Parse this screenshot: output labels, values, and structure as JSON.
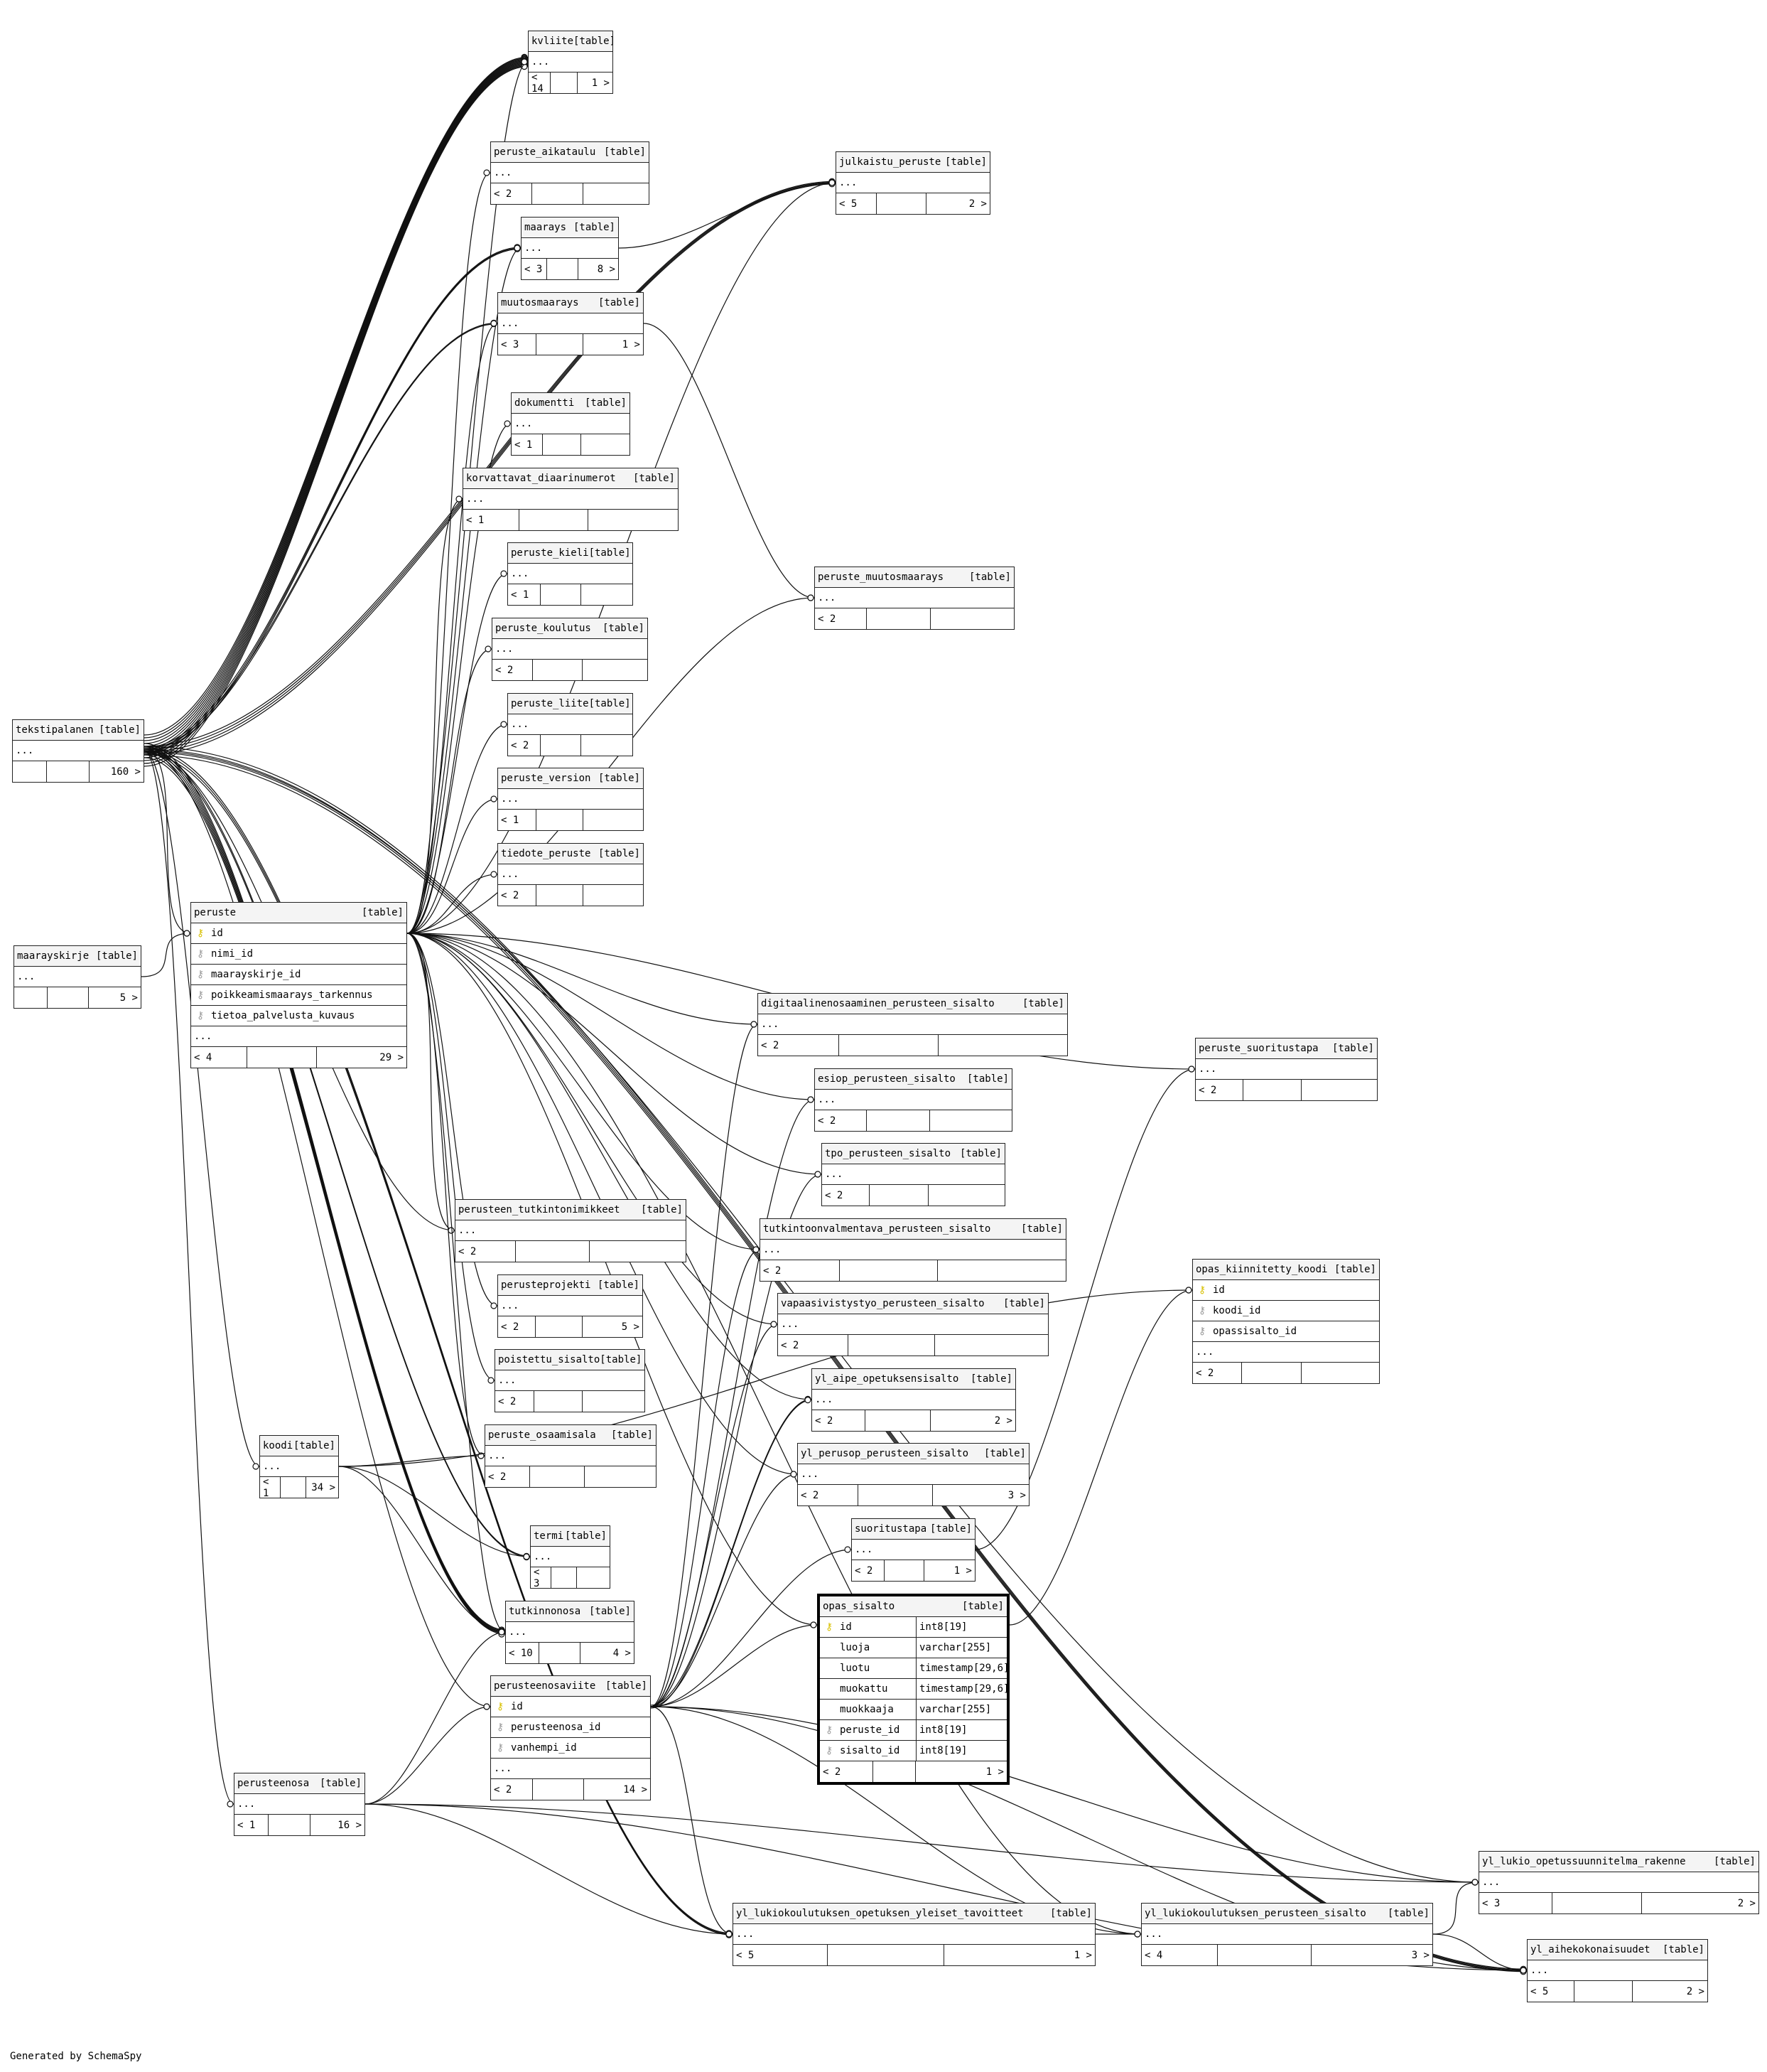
{
  "footer": {
    "generated_by": "Generated by SchemaSpy"
  },
  "tables": [
    {
      "id": "kvliite",
      "name": "kvliite",
      "tag": "[table]",
      "ellipsis": "...",
      "footer": [
        "< 14",
        "",
        "1 >"
      ]
    },
    {
      "id": "peruste_aikataulu",
      "name": "peruste_aikataulu",
      "tag": "[table]",
      "ellipsis": "...",
      "footer": [
        "< 2",
        "",
        ""
      ]
    },
    {
      "id": "maarays",
      "name": "maarays",
      "tag": "[table]",
      "ellipsis": "...",
      "footer": [
        "< 3",
        "",
        "8 >"
      ]
    },
    {
      "id": "muutosmaarays",
      "name": "muutosmaarays",
      "tag": "[table]",
      "ellipsis": "...",
      "footer": [
        "< 3",
        "",
        "1 >"
      ]
    },
    {
      "id": "dokumentti",
      "name": "dokumentti",
      "tag": "[table]",
      "ellipsis": "...",
      "footer": [
        "< 1",
        "",
        ""
      ]
    },
    {
      "id": "korvattavat_diaarinumerot",
      "name": "korvattavat_diaarinumerot",
      "tag": "[table]",
      "ellipsis": "...",
      "footer": [
        "< 1",
        "",
        ""
      ]
    },
    {
      "id": "peruste_kieli",
      "name": "peruste_kieli",
      "tag": "[table]",
      "ellipsis": "...",
      "footer": [
        "< 1",
        "",
        ""
      ]
    },
    {
      "id": "peruste_koulutus",
      "name": "peruste_koulutus",
      "tag": "[table]",
      "ellipsis": "...",
      "footer": [
        "< 2",
        "",
        ""
      ]
    },
    {
      "id": "peruste_liite",
      "name": "peruste_liite",
      "tag": "[table]",
      "ellipsis": "...",
      "footer": [
        "< 2",
        "",
        ""
      ]
    },
    {
      "id": "peruste_version",
      "name": "peruste_version",
      "tag": "[table]",
      "ellipsis": "...",
      "footer": [
        "< 1",
        "",
        ""
      ]
    },
    {
      "id": "tiedote_peruste",
      "name": "tiedote_peruste",
      "tag": "[table]",
      "ellipsis": "...",
      "footer": [
        "< 2",
        "",
        ""
      ]
    },
    {
      "id": "julkaistu_peruste",
      "name": "julkaistu_peruste",
      "tag": "[table]",
      "ellipsis": "...",
      "footer": [
        "< 5",
        "",
        "2 >"
      ]
    },
    {
      "id": "peruste_muutosmaarays",
      "name": "peruste_muutosmaarays",
      "tag": "[table]",
      "ellipsis": "...",
      "footer": [
        "< 2",
        "",
        ""
      ]
    },
    {
      "id": "tekstipalanen",
      "name": "tekstipalanen",
      "tag": "[table]",
      "ellipsis": "...",
      "footer": [
        "",
        "",
        "160 >"
      ]
    },
    {
      "id": "maarayskirje",
      "name": "maarayskirje",
      "tag": "[table]",
      "ellipsis": "...",
      "footer": [
        "",
        "",
        "5 >"
      ]
    },
    {
      "id": "peruste",
      "name": "peruste",
      "tag": "[table]",
      "ellipsis": "...",
      "footer": [
        "< 4",
        "",
        "29 >"
      ],
      "columns": [
        {
          "key": "pk",
          "name": "id"
        },
        {
          "key": "fk",
          "name": "nimi_id"
        },
        {
          "key": "fk",
          "name": "maarayskirje_id"
        },
        {
          "key": "fk",
          "name": "poikkeamismaarays_tarkennus"
        },
        {
          "key": "fk",
          "name": "tietoa_palvelusta_kuvaus"
        }
      ]
    },
    {
      "id": "digitaalinen",
      "name": "digitaalinenosaaminen_perusteen_sisalto",
      "tag": "[table]",
      "ellipsis": "...",
      "footer": [
        "< 2",
        "",
        ""
      ]
    },
    {
      "id": "esiop",
      "name": "esiop_perusteen_sisalto",
      "tag": "[table]",
      "ellipsis": "...",
      "footer": [
        "< 2",
        "",
        ""
      ]
    },
    {
      "id": "tpo",
      "name": "tpo_perusteen_sisalto",
      "tag": "[table]",
      "ellipsis": "...",
      "footer": [
        "< 2",
        "",
        ""
      ]
    },
    {
      "id": "tutkintoonvalmentava",
      "name": "tutkintoonvalmentava_perusteen_sisalto",
      "tag": "[table]",
      "ellipsis": "...",
      "footer": [
        "< 2",
        "",
        ""
      ]
    },
    {
      "id": "vapaasivistystyo",
      "name": "vapaasivistystyo_perusteen_sisalto",
      "tag": "[table]",
      "ellipsis": "...",
      "footer": [
        "< 2",
        "",
        ""
      ]
    },
    {
      "id": "yl_aipe",
      "name": "yl_aipe_opetuksensisalto",
      "tag": "[table]",
      "ellipsis": "...",
      "footer": [
        "< 2",
        "",
        "2 >"
      ]
    },
    {
      "id": "yl_perusop",
      "name": "yl_perusop_perusteen_sisalto",
      "tag": "[table]",
      "ellipsis": "...",
      "footer": [
        "< 2",
        "",
        "3 >"
      ]
    },
    {
      "id": "suoritustapa",
      "name": "suoritustapa",
      "tag": "[table]",
      "ellipsis": "...",
      "footer": [
        "< 2",
        "",
        "1 >"
      ]
    },
    {
      "id": "opas_sisalto",
      "name": "opas_sisalto",
      "tag": "[table]",
      "ellipsis": "",
      "footer": [
        "< 2",
        "",
        "1 >"
      ],
      "columns": [
        {
          "key": "pk",
          "name": "id",
          "type": "int8[19]"
        },
        {
          "key": "",
          "name": "luoja",
          "type": "varchar[255]"
        },
        {
          "key": "",
          "name": "luotu",
          "type": "timestamp[29,6]"
        },
        {
          "key": "",
          "name": "muokattu",
          "type": "timestamp[29,6]"
        },
        {
          "key": "",
          "name": "muokkaaja",
          "type": "varchar[255]"
        },
        {
          "key": "fk",
          "name": "peruste_id",
          "type": "int8[19]"
        },
        {
          "key": "fk",
          "name": "sisalto_id",
          "type": "int8[19]"
        }
      ]
    },
    {
      "id": "perusteen_tutkintonimikkeet",
      "name": "perusteen_tutkintonimikkeet",
      "tag": "[table]",
      "ellipsis": "...",
      "footer": [
        "< 2",
        "",
        ""
      ]
    },
    {
      "id": "perusteprojekti",
      "name": "perusteprojekti",
      "tag": "[table]",
      "ellipsis": "...",
      "footer": [
        "< 2",
        "",
        "5 >"
      ]
    },
    {
      "id": "poistettu_sisalto",
      "name": "poistettu_sisalto",
      "tag": "[table]",
      "ellipsis": "...",
      "footer": [
        "< 2",
        "",
        ""
      ]
    },
    {
      "id": "peruste_osaamisala",
      "name": "peruste_osaamisala",
      "tag": "[table]",
      "ellipsis": "...",
      "footer": [
        "< 2",
        "",
        ""
      ]
    },
    {
      "id": "koodi",
      "name": "koodi",
      "tag": "[table]",
      "ellipsis": "...",
      "footer": [
        "< 1",
        "",
        "34 >"
      ]
    },
    {
      "id": "termi",
      "name": "termi",
      "tag": "[table]",
      "ellipsis": "...",
      "footer": [
        "< 3",
        "",
        ""
      ]
    },
    {
      "id": "tutkinnonosa",
      "name": "tutkinnonosa",
      "tag": "[table]",
      "ellipsis": "...",
      "footer": [
        "< 10",
        "",
        "4 >"
      ]
    },
    {
      "id": "perusteenosaviite",
      "name": "perusteenosaviite",
      "tag": "[table]",
      "ellipsis": "...",
      "footer": [
        "< 2",
        "",
        "14 >"
      ],
      "columns": [
        {
          "key": "pk",
          "name": "id"
        },
        {
          "key": "fk",
          "name": "perusteenosa_id"
        },
        {
          "key": "fk",
          "name": "vanhempi_id"
        }
      ]
    },
    {
      "id": "perusteenosa",
      "name": "perusteenosa",
      "tag": "[table]",
      "ellipsis": "...",
      "footer": [
        "< 1",
        "",
        "16 >"
      ]
    },
    {
      "id": "peruste_suoritustapa",
      "name": "peruste_suoritustapa",
      "tag": "[table]",
      "ellipsis": "...",
      "footer": [
        "< 2",
        "",
        ""
      ]
    },
    {
      "id": "opas_kiinnitetty_koodi",
      "name": "opas_kiinnitetty_koodi",
      "tag": "[table]",
      "ellipsis": "...",
      "footer": [
        "< 2",
        "",
        ""
      ],
      "columns": [
        {
          "key": "pk",
          "name": "id"
        },
        {
          "key": "fk",
          "name": "koodi_id"
        },
        {
          "key": "fk",
          "name": "opassisalto_id"
        }
      ]
    },
    {
      "id": "yl_lukio_ops",
      "name": "yl_lukio_opetussuunnitelma_rakenne",
      "tag": "[table]",
      "ellipsis": "...",
      "footer": [
        "< 3",
        "",
        "2 >"
      ]
    },
    {
      "id": "yl_lukio_yleiset",
      "name": "yl_lukiokoulutuksen_opetuksen_yleiset_tavoitteet",
      "tag": "[table]",
      "ellipsis": "...",
      "footer": [
        "< 5",
        "",
        "1 >"
      ]
    },
    {
      "id": "yl_lukio_perusteen",
      "name": "yl_lukiokoulutuksen_perusteen_sisalto",
      "tag": "[table]",
      "ellipsis": "...",
      "footer": [
        "< 4",
        "",
        "3 >"
      ]
    },
    {
      "id": "yl_aihekokonaisuudet",
      "name": "yl_aihekokonaisuudet",
      "tag": "[table]",
      "ellipsis": "...",
      "footer": [
        "< 5",
        "",
        "2 >"
      ]
    }
  ]
}
